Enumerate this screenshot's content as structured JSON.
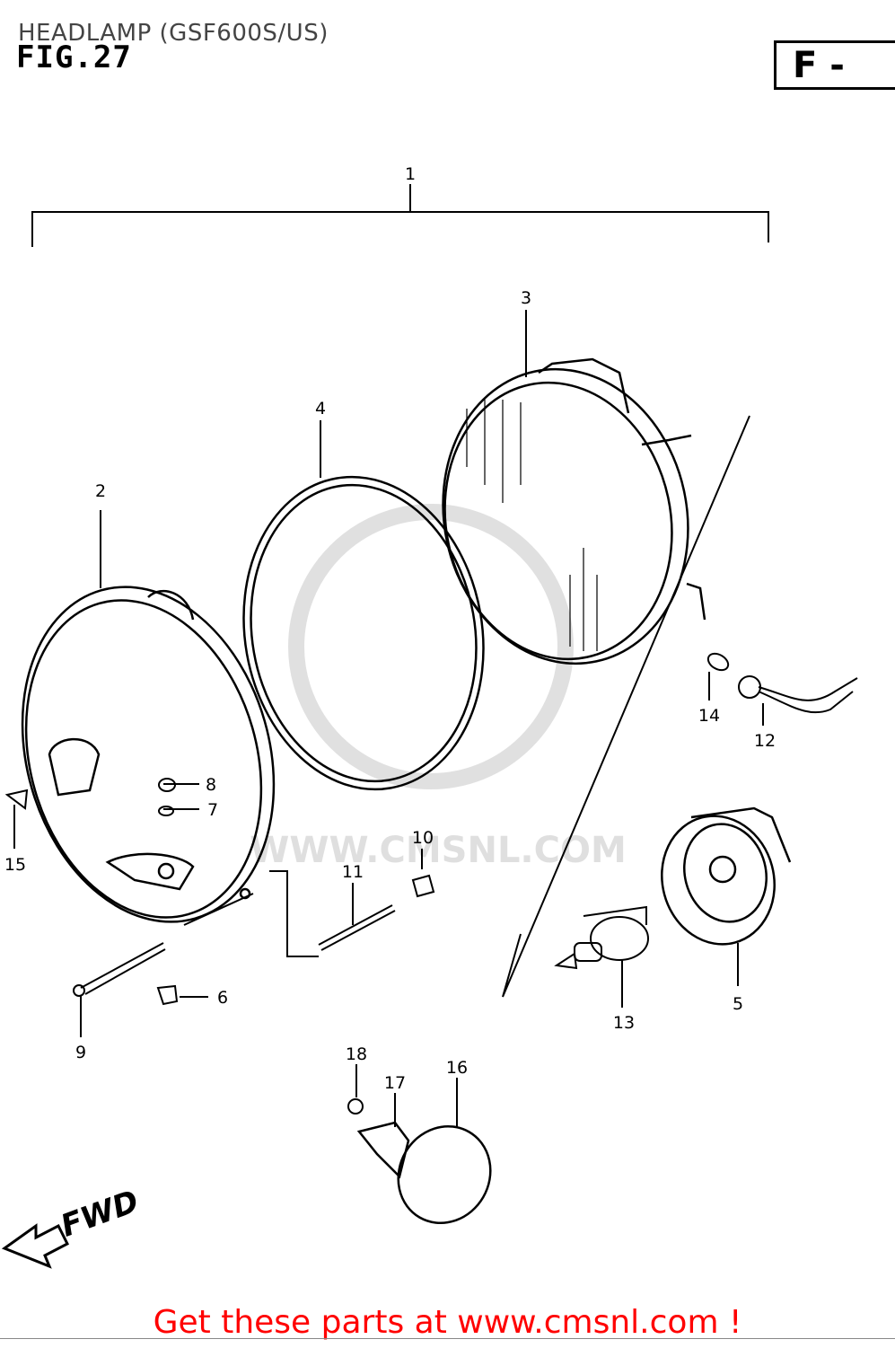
{
  "header": {
    "title": "HEADLAMP (GSF600S/US)",
    "fig_number": "FIG.27",
    "section_label": "F -"
  },
  "callouts": {
    "c1": "1",
    "c2": "2",
    "c3": "3",
    "c4": "4",
    "c5": "5",
    "c6": "6",
    "c7": "7",
    "c8": "8",
    "c9": "9",
    "c10": "10",
    "c11": "11",
    "c12": "12",
    "c13": "13",
    "c14": "14",
    "c15": "15",
    "c16": "16",
    "c17": "17",
    "c18": "18"
  },
  "fwd_label": "FWD",
  "watermark": "WWW.CMSNL.COM",
  "footer": {
    "link_text": "Get these parts at www.cmsnl.com !"
  }
}
